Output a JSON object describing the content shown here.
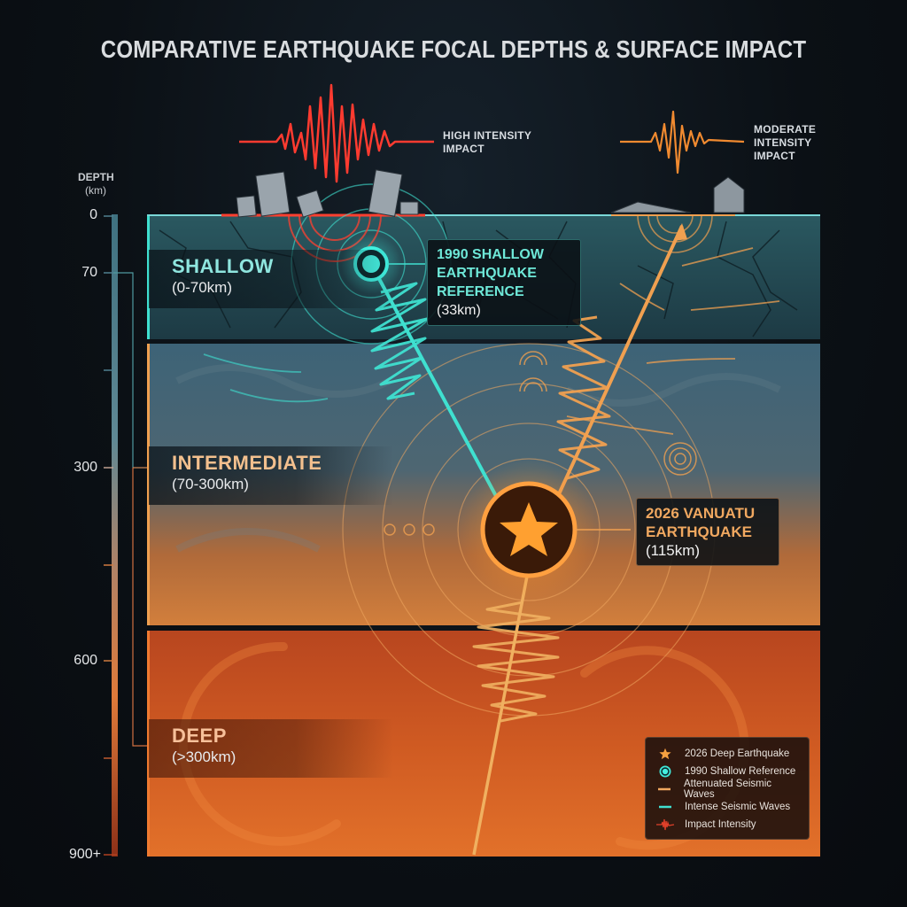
{
  "title": "COMPARATIVE EARTHQUAKE FOCAL DEPTHS & SURFACE IMPACT",
  "colors": {
    "shallow": "#3fe0d0",
    "intermediate": "#f0a050",
    "deep": "#e0642a",
    "high_impact": "#ff3b30",
    "moderate_impact": "#f08a30",
    "background": "#0b1015"
  },
  "impact": {
    "high": {
      "line1": "HIGH INTENSITY",
      "line2": "IMPACT"
    },
    "moderate": {
      "line1": "MODERATE",
      "line2": "INTENSITY",
      "line3": "IMPACT"
    }
  },
  "axis": {
    "title_line1": "DEPTH",
    "title_line2": "(km)",
    "ticks": [
      "0",
      "70",
      "300",
      "600",
      "900+"
    ]
  },
  "layers": [
    {
      "name": "SHALLOW",
      "range": "(0-70km)"
    },
    {
      "name": "INTERMEDIATE",
      "range": "(70-300km)"
    },
    {
      "name": "DEEP",
      "range": "(>300km)"
    }
  ],
  "callouts": {
    "shallow_event": {
      "line1": "1990 SHALLOW",
      "line2": "EARTHQUAKE",
      "line3": "REFERENCE",
      "depth": "(33km)"
    },
    "deep_event": {
      "line1": "2026 VANUATU",
      "line2": "EARTHQUAKE",
      "depth": "(115km)"
    }
  },
  "legend": [
    {
      "icon": "star-icon",
      "label": "2026 Deep Earthquake"
    },
    {
      "icon": "target-circle-icon",
      "label": "1990 Shallow Reference"
    },
    {
      "icon": "orange-line-icon",
      "label": "Attenuated Seismic Waves"
    },
    {
      "icon": "teal-line-icon",
      "label": "Intense Seismic Waves"
    },
    {
      "icon": "seismograph-icon",
      "label": "Impact Intensity"
    }
  ]
}
